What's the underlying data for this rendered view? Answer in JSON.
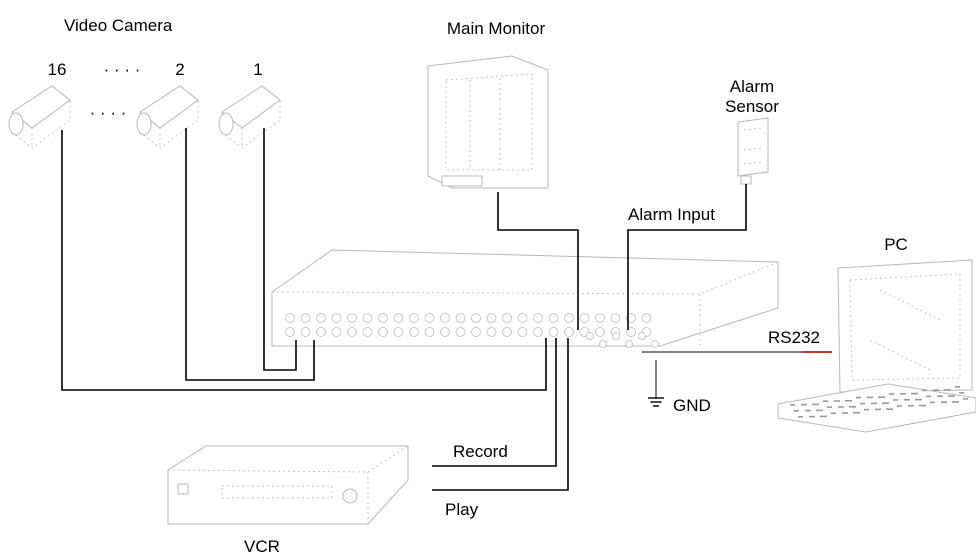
{
  "labels": {
    "video_camera": "Video Camera",
    "camera_16": "16",
    "camera_dots_top": "· · · ·",
    "camera_2": "2",
    "camera_1": "1",
    "camera_dots_mid": "· · · ·",
    "main_monitor": "Main Monitor",
    "alarm_sensor_line1": "Alarm",
    "alarm_sensor_line2": "Sensor",
    "alarm_input": "Alarm Input",
    "pc": "PC",
    "rs232": "RS232",
    "gnd": "GND",
    "record": "Record",
    "play": "Play",
    "vcr": "VCR"
  },
  "colors": {
    "wire": "#000000",
    "rs232_accent": "#c0392b",
    "device_outline": "#b8b8b8"
  }
}
